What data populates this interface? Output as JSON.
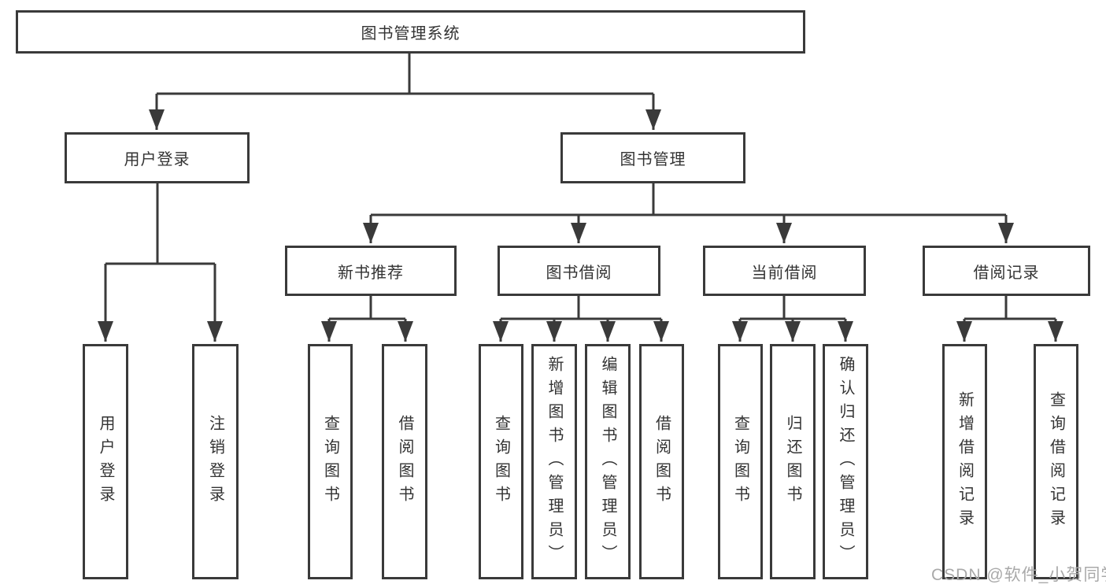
{
  "colors": {
    "line": "#3a3a3a",
    "text": "#333333",
    "watermark": "#a9a9a9",
    "background": "#ffffff"
  },
  "diagram": {
    "root": {
      "label": "图书管理系统"
    },
    "level2": [
      {
        "id": "user-login",
        "label": "用户登录"
      },
      {
        "id": "book-management",
        "label": "图书管理"
      }
    ],
    "level3": [
      {
        "id": "new-book-recommend",
        "label": "新书推荐"
      },
      {
        "id": "book-borrow",
        "label": "图书借阅"
      },
      {
        "id": "current-borrow",
        "label": "当前借阅"
      },
      {
        "id": "borrow-records",
        "label": "借阅记录"
      }
    ],
    "leaves": {
      "user_login": [
        "用户登录",
        "注销登录"
      ],
      "new_book_recommend": [
        "查询图书",
        "借阅图书"
      ],
      "book_borrow": [
        "查询图书",
        "新增图书（管理员）",
        "编辑图书（管理员）",
        "借阅图书"
      ],
      "current_borrow": [
        "查询图书",
        "归还图书",
        "确认归还（管理员）"
      ],
      "borrow_records": [
        "新增借阅记录",
        "查询借阅记录"
      ]
    }
  },
  "watermark": {
    "text": "CSDN @软件_小贺同学"
  }
}
